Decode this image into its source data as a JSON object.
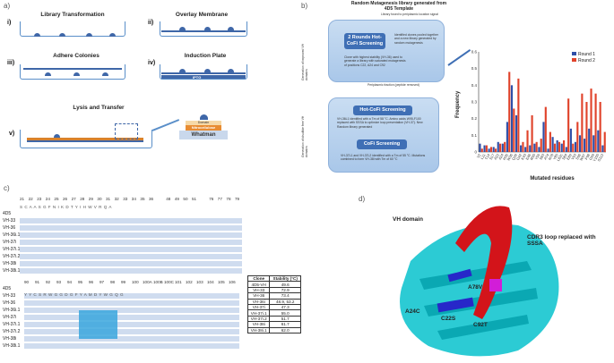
{
  "panel_labels": {
    "a": "a)",
    "b": "b)",
    "c": "c)",
    "d": "d)"
  },
  "panel_a": {
    "steps": [
      {
        "roman": "i)",
        "title": "Library Transformation"
      },
      {
        "roman": "ii)",
        "title": "Overlay Membrane"
      },
      {
        "roman": "iii)",
        "title": "Adhere Colonies"
      },
      {
        "roman": "iv)",
        "title": "Induction Plate"
      },
      {
        "roman": "v)",
        "title": "Lysis and Transfer"
      }
    ],
    "iptg_label": "IPTG",
    "transfer_layers": [
      "Domain",
      "Nitrocellulose",
      "Whatman"
    ]
  },
  "panel_b": {
    "header": "Random Mutagenesis library generated from 4D5 Template",
    "header_note": "Library fused to periplasmic location signal",
    "side_note_top": "Generation of improved VH domains",
    "side_note_bottom": "Generation of disulfide free VH domains",
    "step1": "2 Rounds Hot-CoFi Screening",
    "step1_note": "Identified clones pooled together and a new library generated by random mutagenesis",
    "step1_bottom_note": "Clone with highest stability (VH-36) used to generate a library with saturated mutagenesis of positions C22, A24 and C92",
    "periplasm_note": "Periplasmic fraction (peptide removed)",
    "step2": "Hot-CoFi Screening",
    "step2_note": "VH-36L1 identified with a Tm of 58 °C. Amino acids W95-F100 replaced with SSSA to optimize loop presentation (VH-37). New Random library generated",
    "step3": "CoFi Screening",
    "step3_note": "VH-37L1 and VH-37L2 identified with a Tm of 55 °C. Mutations combined to form VH-38i with Tm of 60 °C"
  },
  "chart_data": {
    "type": "bar",
    "ylabel": "Frequency",
    "xlabel": "Mutated residues",
    "ylim": [
      0,
      0.6
    ],
    "yticks": [
      0,
      0.1,
      0.2,
      0.3,
      0.4,
      0.5,
      0.6
    ],
    "legend_position": "top-right",
    "categories": [
      "V2",
      "L11",
      "T14",
      "S17",
      "A23",
      "A24",
      "H35",
      "W36",
      "Q39",
      "G42",
      "K43",
      "E46",
      "R50",
      "Y59",
      "S63",
      "A74",
      "N76",
      "Y80",
      "L82c",
      "S84",
      "E89",
      "V93",
      "S96",
      "W97",
      "F98",
      "G99",
      "Y100",
      "S113"
    ],
    "series": [
      {
        "name": "Round 1",
        "color": "#2f4fa8",
        "values": [
          0.05,
          0.04,
          0.02,
          0.03,
          0.06,
          0.05,
          0.18,
          0.4,
          0.22,
          0.04,
          0.03,
          0.04,
          0.05,
          0.03,
          0.18,
          0.02,
          0.09,
          0.07,
          0.05,
          0.03,
          0.14,
          0.06,
          0.1,
          0.08,
          0.14,
          0.1,
          0.13,
          0.04
        ]
      },
      {
        "name": "Round 2",
        "color": "#e0432b",
        "values": [
          0.02,
          0.04,
          0.03,
          0.02,
          0.05,
          0.06,
          0.48,
          0.26,
          0.44,
          0.06,
          0.13,
          0.22,
          0.06,
          0.08,
          0.27,
          0.12,
          0.05,
          0.06,
          0.07,
          0.32,
          0.05,
          0.18,
          0.35,
          0.3,
          0.38,
          0.35,
          0.3,
          0.12
        ]
      }
    ]
  },
  "panel_c": {
    "top_positions": [
      "21",
      "22",
      "23",
      "24",
      "25",
      "26",
      "27",
      "28",
      "29",
      "30",
      "31",
      "32",
      "33",
      "34",
      "35",
      "36",
      "",
      "48",
      "49",
      "50",
      "51",
      "",
      "76",
      "77",
      "78",
      "79"
    ],
    "top_ref_seq": "S C A A S G F N I K D T Y I H W V R Q A",
    "clones_top": [
      "4D5",
      "VH-33",
      "VH-36",
      "VH-36i.1",
      "VH-37i",
      "VH-37i.1",
      "VH-37i.2",
      "VH-38i",
      "VH-38i.1"
    ],
    "bottom_positions": [
      "90",
      "91",
      "92",
      "93",
      "94",
      "95",
      "96",
      "97",
      "98",
      "99",
      "100",
      "100A",
      "100B",
      "100C",
      "101",
      "102",
      "103",
      "104",
      "105",
      "106"
    ],
    "bottom_ref_seq": "Y Y C S R W G G D G F Y A M D Y W G Q G",
    "clones_bottom": [
      "4D5",
      "VH-33",
      "VH-36",
      "VH-36i.1",
      "VH-37i",
      "VH-37i.1",
      "VH-37i.2",
      "VH-38i",
      "VH-38i.1"
    ],
    "stability_table": {
      "headers": [
        "Clone",
        "Stability (°C)"
      ],
      "rows": [
        [
          "4D5-VH",
          "49.6"
        ],
        [
          "VH-33",
          "72.9"
        ],
        [
          "VH-36",
          "73.4"
        ],
        [
          "VH-36i",
          "48.9, 53.2"
        ],
        [
          "VH-37i",
          "47.3"
        ],
        [
          "VH-37i.1",
          "55.0"
        ],
        [
          "VH-37i.2",
          "51.7"
        ],
        [
          "VH-38i",
          "61.7"
        ],
        [
          "VH-38i.1",
          "62.0"
        ]
      ]
    }
  },
  "panel_d": {
    "domain_label": "VH domain",
    "loop_label": "CDR3 loop replaced with SSSA",
    "mutations": [
      "A78V",
      "A24C",
      "C22S",
      "C92T"
    ]
  }
}
